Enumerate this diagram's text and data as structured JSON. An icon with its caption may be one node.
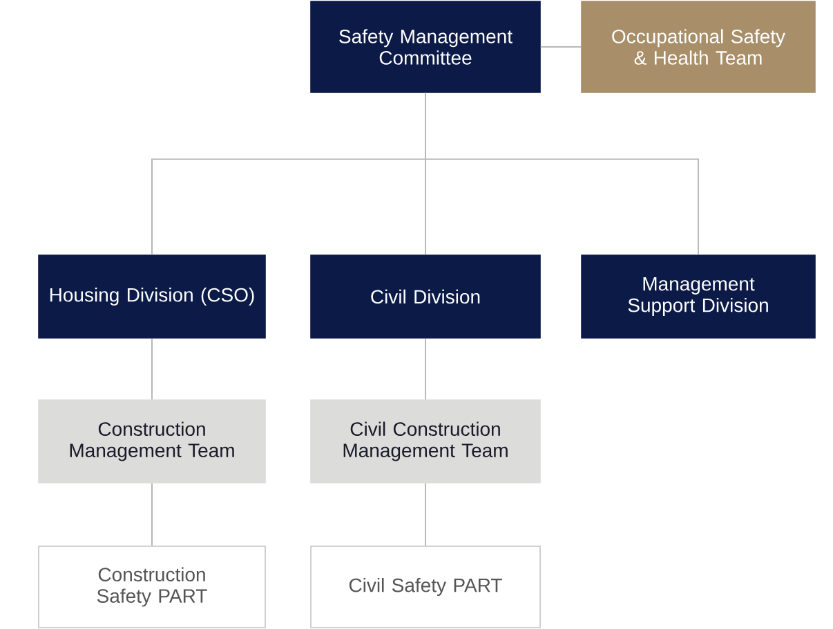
{
  "diagram": {
    "nodes": [
      {
        "text": [
          "Safety Management Committee"
        ]
      },
      {
        "text": [
          "Occupational Safety & Health Team"
        ]
      },
      {
        "text": [
          "Housing Division (CSO)"
        ]
      },
      {
        "text": [
          "Civil Division"
        ]
      },
      {
        "text": [
          "Management Support Division"
        ]
      },
      {
        "text": [
          "Construction Management Team"
        ]
      },
      {
        "text": [
          "Civil Construction Management Team"
        ]
      },
      {
        "text": [
          "Construction Safety PART"
        ]
      },
      {
        "text": [
          "Civil Safety PART"
        ]
      }
    ],
    "edges": [
      {
        "from": 0,
        "to": 1,
        "arrow": "none"
      },
      {
        "from": 0,
        "to": 2,
        "arrow": "none"
      },
      {
        "from": 0,
        "to": 3,
        "arrow": "none"
      },
      {
        "from": 0,
        "to": 4,
        "arrow": "none"
      },
      {
        "from": 2,
        "to": 5,
        "arrow": "none"
      },
      {
        "from": 3,
        "to": 6,
        "arrow": "none"
      },
      {
        "from": 5,
        "to": 7,
        "arrow": "none"
      },
      {
        "from": 6,
        "to": 8,
        "arrow": "none"
      }
    ]
  }
}
